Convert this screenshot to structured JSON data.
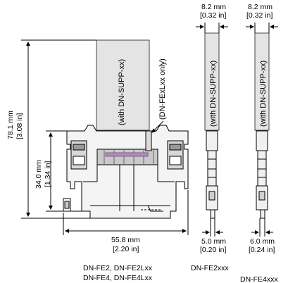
{
  "dimensions": {
    "top_left_width_mm": "8.2 mm",
    "top_left_width_in": "[0.32 in]",
    "top_right_width_mm": "8.2 mm",
    "top_right_width_in": "[0.32 in]",
    "height_total_mm": "78.1 mm",
    "height_total_in": "[3.08 in]",
    "height_body_mm": "34.0 mm",
    "height_body_in": "[1.34 in]",
    "width_body_mm": "55.8 mm",
    "width_body_in": "[2.20 in]",
    "bottom_left_mm": "5.0 mm",
    "bottom_left_in": "[0.20 in]",
    "bottom_right_mm": "6.0 mm",
    "bottom_right_in": "[0.24 in]"
  },
  "callouts": {
    "support_main": "(with DN-SUPP-xx)",
    "fexlxx_only": "(DN-FExLxx only)",
    "support_left_side": "(with DN-SUPP-xx)",
    "support_right_side": "(with DN-SUPP-xx)"
  },
  "captions": {
    "main_line1": "DN-FE2,  DN-FE2Lxx",
    "main_line2": "DN-FE4,  DN-FE4Lxx",
    "side_fe2": "DN-FE2xxx",
    "side_fe4": "DN-FE4xxx"
  }
}
